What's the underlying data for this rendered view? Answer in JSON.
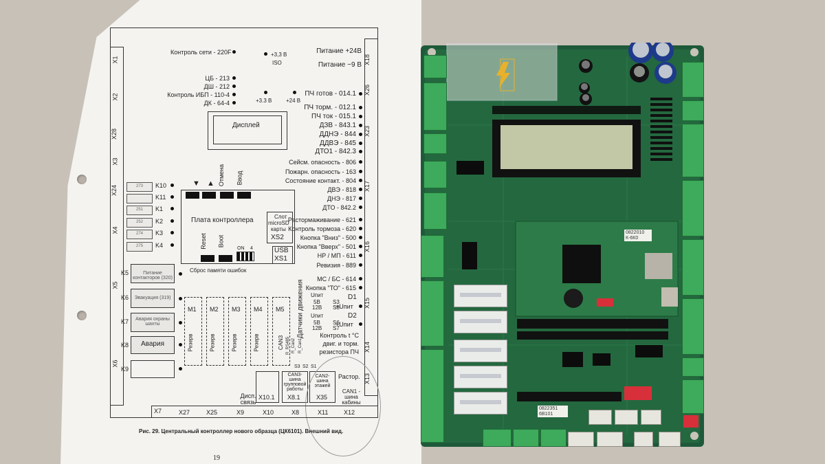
{
  "diagram": {
    "connectors_left": [
      "X1",
      "X2",
      "X28",
      "X3",
      "X24",
      "X4",
      "X5",
      "X6"
    ],
    "connectors_right": [
      "X18",
      "X26",
      "X23",
      "X17",
      "X16",
      "X15",
      "X14",
      "X13"
    ],
    "connectors_bottom": [
      "X7",
      "X27",
      "X25",
      "X9",
      "X10",
      "X8",
      "X11",
      "X12"
    ],
    "top_center": {
      "v33_iso": "+3,3 В",
      "iso": "ISO",
      "v33": "+3.3 В",
      "v24": "+24 В"
    },
    "top_left_labels": [
      "Контроль сети - 220F",
      "ЦБ - 213",
      "ДШ - 212",
      "Контроль ИБП - 110-4",
      "ДК - 64-4"
    ],
    "right_labels": [
      "Питание +24В",
      "Питание ~9 В",
      "ПЧ готов - 014.1",
      "ПЧ торм. - 012.1",
      "ПЧ ток - 015.1",
      "ДЗВ - 843.1",
      "ДДНЭ - 844",
      "ДДВЭ - 845",
      "ДТО1 - 842.3",
      "Сейсм. опасность - 806",
      "Пожарн. опасность - 163",
      "Состояние контакт. - 804",
      "ДВЭ - 818",
      "ДНЭ - 817",
      "ДТО - 842.2",
      "Растормаживание - 621",
      "Контроль тормоза - 620",
      "Кнопка \"Вниз\" - 500",
      "Кнопка \"Вверх\" - 501",
      "НР / МП - 611",
      "Ревизия - 889",
      "МС / БС - 614",
      "Кнопка \"ТО\" - 615"
    ],
    "display": "Дисплей",
    "keys": [
      "Отмена",
      "Ввод"
    ],
    "k_rows": [
      {
        "num": "273",
        "label": "K10"
      },
      {
        "num": "",
        "label": "K11"
      },
      {
        "num": "251",
        "label": "K1"
      },
      {
        "num": "252",
        "label": "K2"
      },
      {
        "num": "274",
        "label": "K3"
      },
      {
        "num": "275",
        "label": "K4"
      }
    ],
    "controller_board": "Плата контроллера",
    "slot_lines": [
      "Слот",
      "microSD",
      "карты"
    ],
    "xs2": "XS2",
    "usb": "USB",
    "xs1": "XS1",
    "reset": "Reset",
    "boot": "Boot",
    "dip": "ON",
    "dip_num": "4",
    "memory_reset": "Сброс памяти ошибок",
    "k_boxes": [
      {
        "k": "K5",
        "text": "Питание контакторов (320)"
      },
      {
        "k": "K6",
        "text": "Эвакуация (319)"
      },
      {
        "k": "K7",
        "text": "Авария охраны шахты"
      },
      {
        "k": "K8",
        "text": "Авария"
      },
      {
        "k": "K9",
        "text": ""
      }
    ],
    "modules": [
      "M1",
      "M2",
      "M3",
      "M4",
      "M5"
    ],
    "module_sub": [
      "Резерв",
      "Резерв",
      "Резерв",
      "Резерв",
      "CAN3"
    ],
    "sensors": "Датчики движения",
    "d1": "D1",
    "d2": "D2",
    "plus_unit": "+Uпит",
    "unit_label": "Uпит",
    "v5b": "5В",
    "v12b": "12В",
    "s_labels": [
      "S3",
      "S8",
      "S6",
      "S7"
    ],
    "r_labels": [
      "R_RS485",
      "R_Can2",
      "R_Can1"
    ],
    "s_bottom": [
      "S3",
      "S2",
      "S1"
    ],
    "temp_ctrl": [
      "Контроль t °С",
      "двиг. и торм.",
      "резистора ПЧ"
    ],
    "bottom_boxes": [
      {
        "label": "X10.1"
      },
      {
        "label": "X8.1"
      },
      {
        "label": "X35"
      }
    ],
    "can3_bus": "CAN3-шина групповой работы",
    "can2_bus": "CAN2-шина этажей",
    "rastorm": "Растор.",
    "can1_bus": "CAN1 - шина кабины",
    "disp_svyaz": "Дисп. связь",
    "caption": "Рис. 29. Центральный контроллер нового образца (ЦК6101). Внешний вид.",
    "page_num": "19"
  },
  "board": {
    "chip_label_1": "0822010",
    "chip_label_2": "К-6К0",
    "bottom_label_1": "0822351",
    "bottom_label_2": "6В101"
  }
}
